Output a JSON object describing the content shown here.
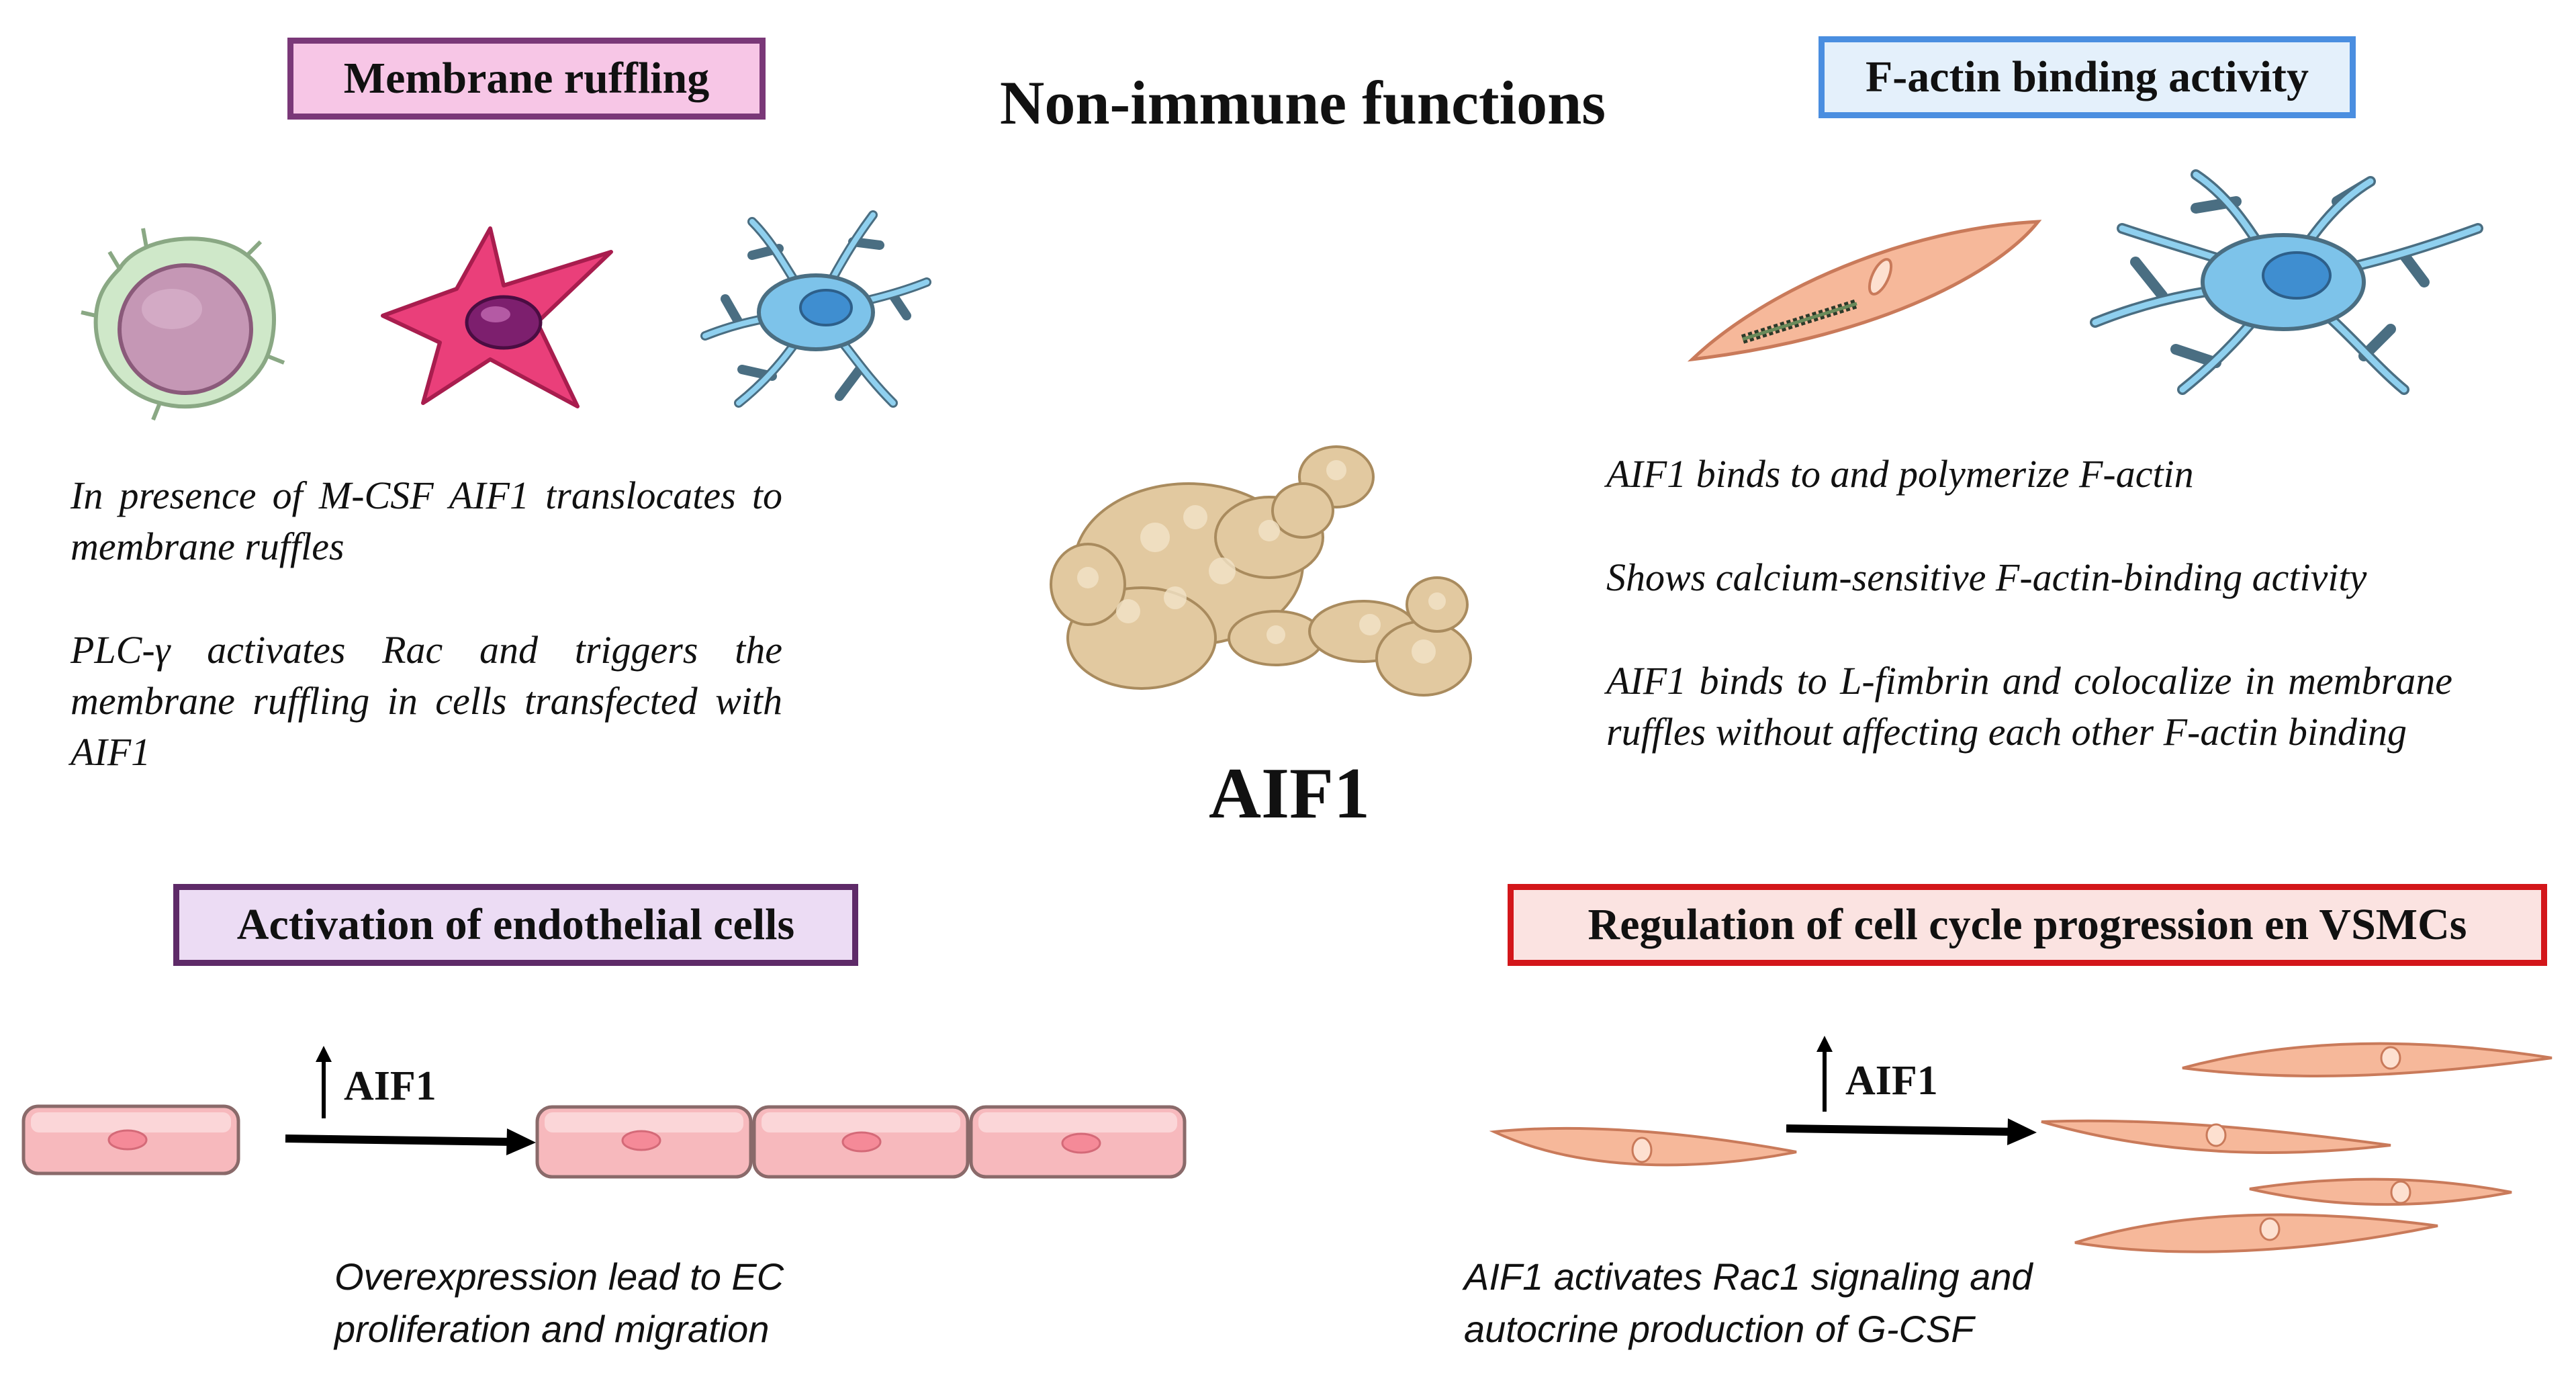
{
  "title": "Non-immune functions",
  "center_label": "AIF1",
  "panels": {
    "membrane_ruffling": {
      "header": "Membrane ruffling",
      "paragraphs": [
        "In presence of M-CSF AIF1 translocates to membrane ruffles",
        "PLC-γ activates Rac and triggers the membrane ruffling in cells transfected with AIF1"
      ]
    },
    "factin_binding": {
      "header": "F-actin binding activity",
      "paragraphs": [
        "AIF1 binds to and polymerize F-actin",
        "Shows calcium-sensitive F-actin-binding activity",
        "AIF1 binds to L-fimbrin and colocalize in membrane ruffles without affecting each other F-actin binding"
      ]
    },
    "endothelial": {
      "header": "Activation of endothelial cells",
      "arrow_label": "AIF1",
      "caption": "Overexpression lead to EC proliferation and migration"
    },
    "cell_cycle": {
      "header": "Regulation of cell cycle progression en VSMCs",
      "arrow_label": "AIF1",
      "caption": "AIF1 activates Rac1 signaling and autocrine production of G-CSF"
    }
  },
  "colors": {
    "ruffle_border": "#7a3878",
    "ruffle_fill": "#f7c6e6",
    "factin_border": "#4a8ee0",
    "factin_fill": "#e4f0fb",
    "endo_border": "#5e2a68",
    "endo_fill": "#ecdcf4",
    "cycle_border": "#d3161a",
    "cycle_fill": "#fbe3e1"
  }
}
